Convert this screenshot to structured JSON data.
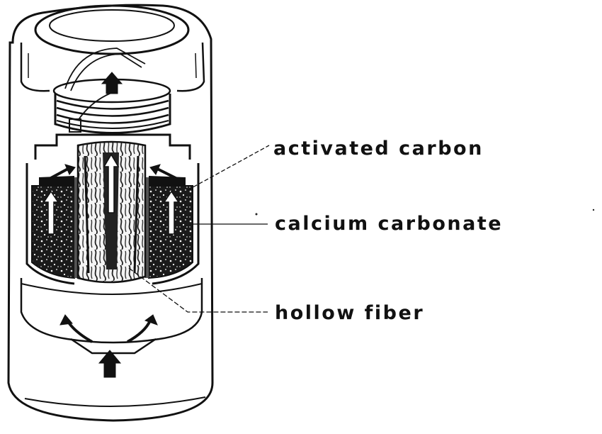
{
  "labels": {
    "activated_carbon": "activated carbon",
    "calcium_carbonate": "calcium carbonate",
    "hollow_fiber": "hollow fiber"
  },
  "colors": {
    "ink": "#111111",
    "background": "#ffffff"
  }
}
